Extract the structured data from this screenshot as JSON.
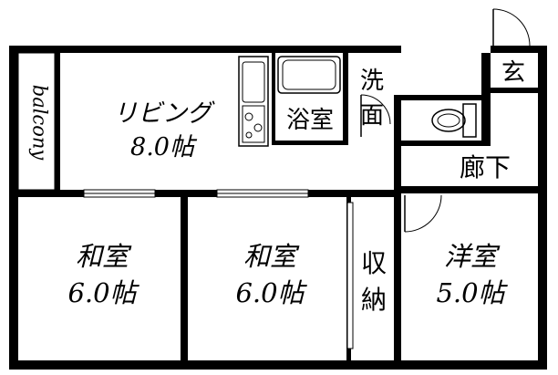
{
  "rooms": {
    "balcony": {
      "name": "balcony"
    },
    "living": {
      "name": "リビング",
      "size": "8.0帖"
    },
    "bath": {
      "name": "浴室"
    },
    "washroom": {
      "name_top": "洗",
      "name_bottom": "面"
    },
    "entrance": {
      "name": "玄"
    },
    "hallway": {
      "name": "廊下"
    },
    "japanese_1": {
      "name": "和室",
      "size": "6.0帖"
    },
    "japanese_2": {
      "name": "和室",
      "size": "6.0帖"
    },
    "storage": {
      "name_top": "収",
      "name_bottom": "納"
    },
    "western": {
      "name": "洋室",
      "size": "5.0帖"
    }
  }
}
